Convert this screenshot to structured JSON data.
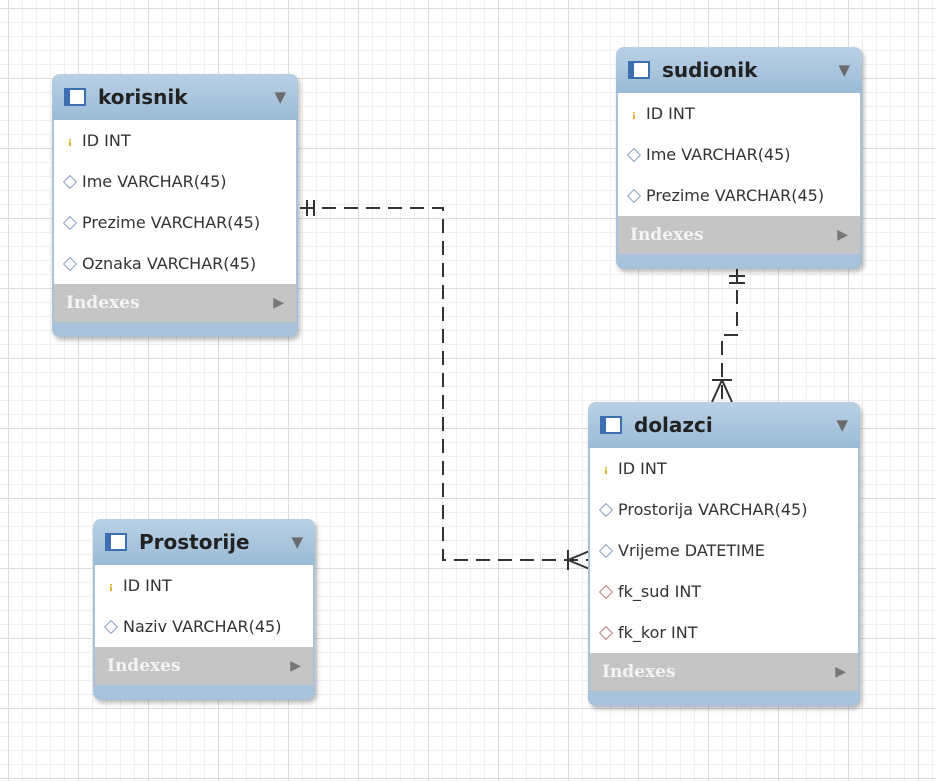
{
  "tables": {
    "korisnik": {
      "name": "korisnik",
      "columns": [
        {
          "text": "ID INT",
          "kind": "primary-key"
        },
        {
          "text": "Ime VARCHAR(45)",
          "kind": "column"
        },
        {
          "text": "Prezime VARCHAR(45)",
          "kind": "column"
        },
        {
          "text": "Oznaka VARCHAR(45)",
          "kind": "column"
        }
      ],
      "indexes_label": "Indexes"
    },
    "sudionik": {
      "name": "sudionik",
      "columns": [
        {
          "text": "ID INT",
          "kind": "primary-key"
        },
        {
          "text": "Ime VARCHAR(45)",
          "kind": "column"
        },
        {
          "text": "Prezime VARCHAR(45)",
          "kind": "column"
        }
      ],
      "indexes_label": "Indexes"
    },
    "dolazci": {
      "name": "dolazci",
      "columns": [
        {
          "text": "ID INT",
          "kind": "primary-key"
        },
        {
          "text": "Prostorija VARCHAR(45)",
          "kind": "column"
        },
        {
          "text": "Vrijeme DATETIME",
          "kind": "column"
        },
        {
          "text": "fk_sud INT",
          "kind": "foreign-key"
        },
        {
          "text": "fk_kor INT",
          "kind": "foreign-key"
        }
      ],
      "indexes_label": "Indexes"
    },
    "prostorije": {
      "name": "Prostorije",
      "columns": [
        {
          "text": "ID INT",
          "kind": "primary-key"
        },
        {
          "text": "Naziv VARCHAR(45)",
          "kind": "column"
        }
      ],
      "indexes_label": "Indexes"
    }
  },
  "relationships": [
    {
      "from": "korisnik",
      "to": "dolazci",
      "from_end": "one",
      "to_end": "many",
      "style": "non-identifying"
    },
    {
      "from": "sudionik",
      "to": "dolazci",
      "from_end": "one",
      "to_end": "many",
      "style": "non-identifying"
    }
  ],
  "colors": {
    "header": "#a7c2da",
    "indexes": "#c5c5c5",
    "primary_key": "#e0b022",
    "connector": "#333333"
  },
  "icons": {
    "table": "table-icon",
    "collapse": "chevron-down-icon",
    "expand": "chevron-right-icon",
    "key": "key-icon",
    "column": "diamond-icon",
    "foreign_key": "fk-diamond-icon"
  }
}
